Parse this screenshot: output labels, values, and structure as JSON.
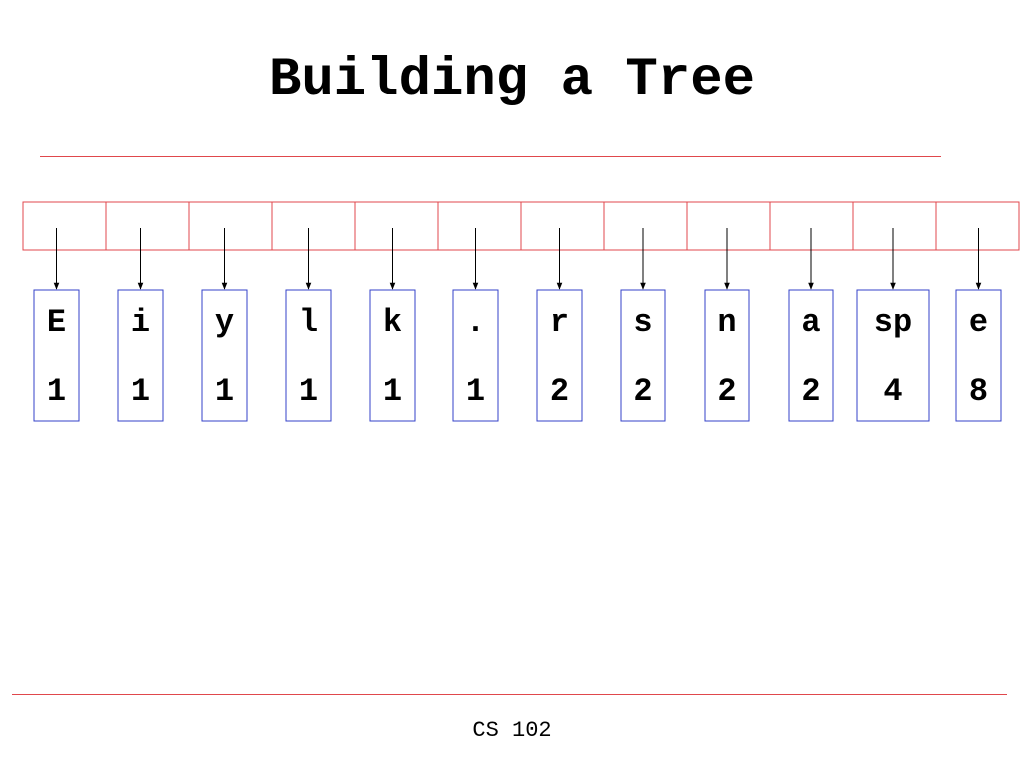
{
  "slide": {
    "title": "Building a Tree",
    "footer": "CS 102"
  },
  "colors": {
    "rule": "#e0474c",
    "array_border": "#e0474c",
    "node_border": "#3340c8",
    "arrow": "#000000"
  },
  "array": {
    "slot_count": 12
  },
  "nodes": [
    {
      "symbol": "E",
      "count": "1"
    },
    {
      "symbol": "i",
      "count": "1"
    },
    {
      "symbol": "y",
      "count": "1"
    },
    {
      "symbol": "l",
      "count": "1"
    },
    {
      "symbol": "k",
      "count": "1"
    },
    {
      "symbol": ".",
      "count": "1"
    },
    {
      "symbol": "r",
      "count": "2"
    },
    {
      "symbol": "s",
      "count": "2"
    },
    {
      "symbol": "n",
      "count": "2"
    },
    {
      "symbol": "a",
      "count": "2"
    },
    {
      "symbol": "sp",
      "count": "4"
    },
    {
      "symbol": "e",
      "count": "8"
    }
  ]
}
